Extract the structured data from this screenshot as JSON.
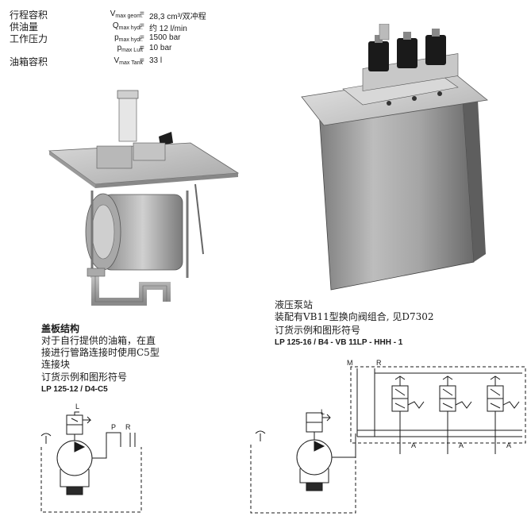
{
  "specs": [
    {
      "label": "行程容积",
      "sym": "V",
      "sub": "max geom.",
      "eq": "=",
      "value": "28,3 cm³/双冲程"
    },
    {
      "label": "供油量",
      "sym": "Q",
      "sub": "max hydr.",
      "eq": "=",
      "value": "约 12 l/min"
    },
    {
      "label": "工作压力",
      "sym": "p",
      "sub": "max hydr.",
      "eq": "=",
      "value": "1500 bar"
    },
    {
      "label": "",
      "sym": "p",
      "sub": "max Luft",
      "eq": "=",
      "value": "10 bar"
    },
    {
      "label": "油箱容积",
      "sym": "V",
      "sub": "max Tank",
      "eq": "=",
      "value": "33 l"
    }
  ],
  "left_block": {
    "heading": "盖板结构",
    "lines": [
      "对于自行提供的油箱，在直",
      "接进行管路连接时使用C5型",
      "连接块"
    ],
    "order_label": "订货示例和图形符号",
    "code": "LP 125-12 / D4-C5"
  },
  "right_block": {
    "lines": [
      "液压泵站",
      "装配有VB11型换向阀组合, 见D7302"
    ],
    "order_label": "订货示例和图形符号",
    "code": "LP 125-16 / B4 - VB 11LP - HHH - 1"
  },
  "left_schematic": {
    "L": "L",
    "P": "P",
    "R": "R"
  },
  "right_schematic": {
    "L": "L",
    "M": "M",
    "R": "R",
    "A": "A"
  }
}
